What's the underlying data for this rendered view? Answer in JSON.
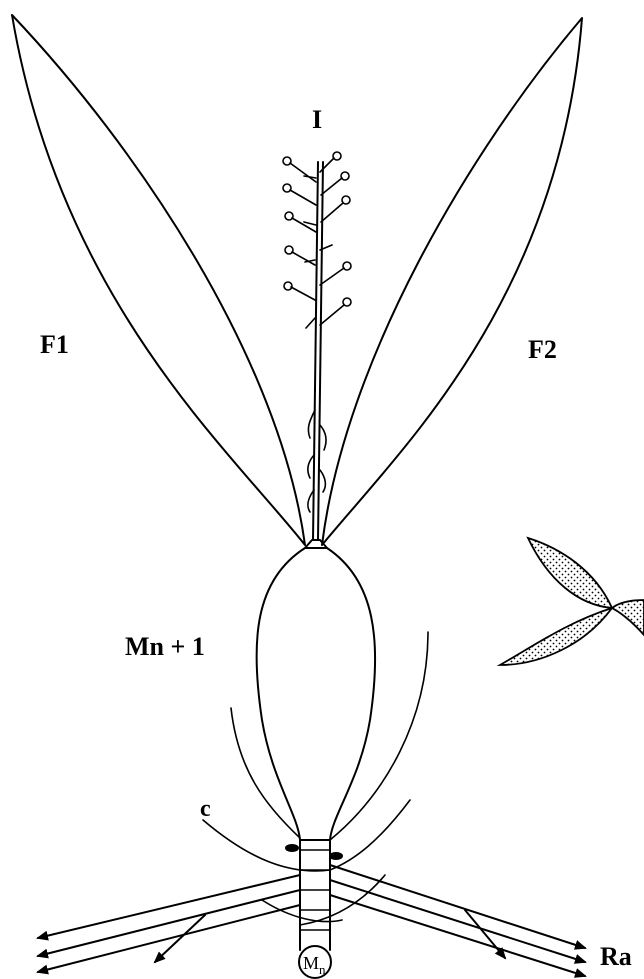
{
  "labels": {
    "inflorescence": "I",
    "leaf_left": "F1",
    "leaf_right": "F2",
    "next_metamer": "Mn + 1",
    "cap": "c",
    "roots": "Ra",
    "metamer_base": "M",
    "metamer_sub": "n"
  }
}
